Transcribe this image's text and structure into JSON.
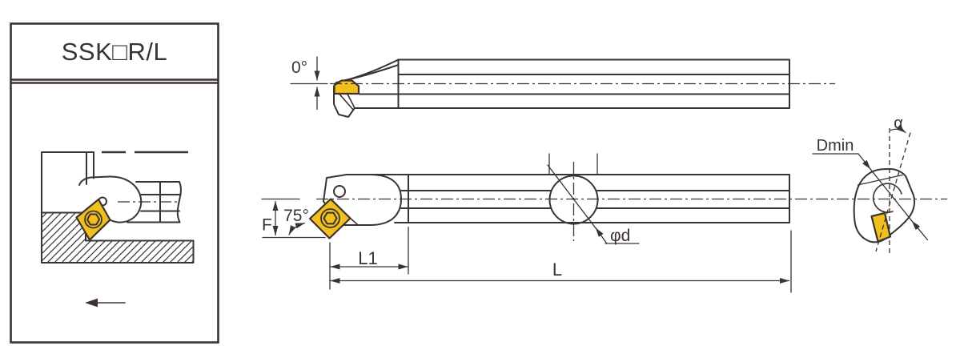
{
  "panel": {
    "title": "SSK□R/L"
  },
  "side_view": {
    "tip_angle_label": "0°"
  },
  "front_view": {
    "approach_angle_label": "75°",
    "tip_offset_label": "F",
    "head_length_label": "L1",
    "overall_length_label": "L",
    "shank_diameter_label": "φd"
  },
  "end_view": {
    "min_bore_label": "Dmin",
    "tilt_angle_label": "α"
  },
  "colors": {
    "line": "#3a3330",
    "insert": "#f1c01d"
  }
}
